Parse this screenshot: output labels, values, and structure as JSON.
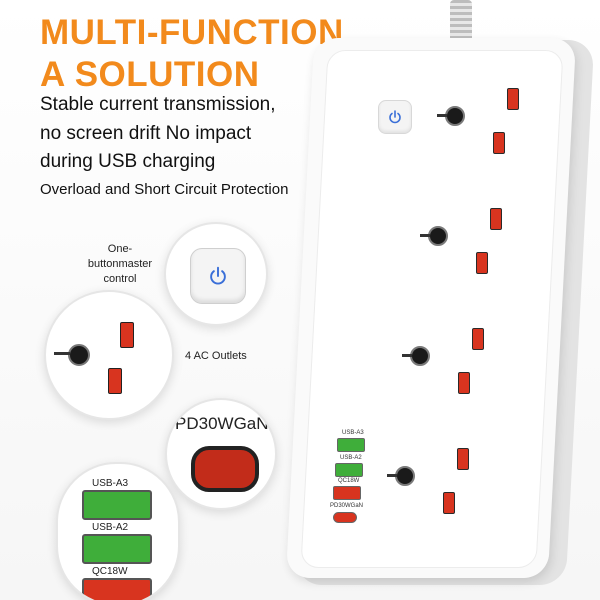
{
  "headline": {
    "line1": "MULTI-FUNCTION",
    "line2": "A SOLUTION"
  },
  "description": {
    "line1": "Stable current transmission,",
    "line2": "no screen drift No impact",
    "line3": "during USB charging",
    "line4": "Overload and Short Circuit Protection"
  },
  "callouts": {
    "one_button_line1": "One-",
    "one_button_line2": "buttonmaster",
    "one_button_line3": "control",
    "ac_outlets": "4 AC Outlets",
    "gan_label": "PD30WGaN"
  },
  "strip_ports": {
    "usb_a3": "USB-A3",
    "usb_a2": "USB-A2",
    "qc18w": "QC18W",
    "pd30wgan": "PD30WGaN"
  },
  "zoom_ports": {
    "usb_a3": "USB-A3",
    "usb_a2": "USB-A2",
    "qc18w": "QC18W"
  },
  "colors": {
    "headline": "#f28a1c",
    "outlet_slot": "#d8341f",
    "usb_green": "#3fae3a",
    "power_icon": "#3a6fd8"
  },
  "icons": {
    "power": "power-icon"
  }
}
